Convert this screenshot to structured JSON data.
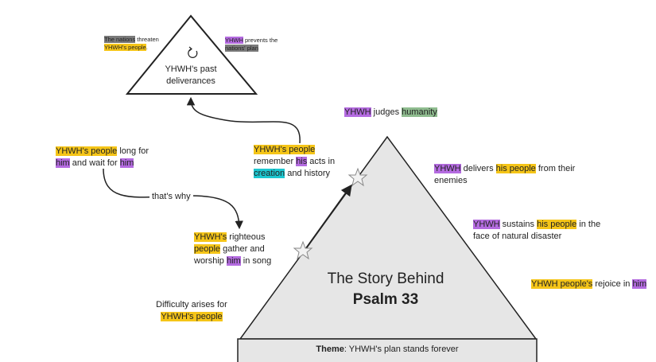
{
  "diagram": {
    "title_line1": "The Story Behind",
    "title_line2": "Psalm 33",
    "theme_label": "Theme",
    "theme_text": ": YHWH's plan stands forever",
    "past_deliverances": "YHWH's past deliverances",
    "edge_label": "that's why"
  },
  "notes": {
    "nations_threaten": [
      "The nations",
      " threaten ",
      "YHWH's people",
      "."
    ],
    "prevents_plan": [
      "YHWH",
      " prevents the ",
      "nations' plan"
    ],
    "judges": [
      "YHWH",
      " judges ",
      "humanity"
    ],
    "long_for": [
      "YHWH's people",
      " long for ",
      "him",
      " and wait for ",
      "him"
    ],
    "remember": [
      "YHWH's people",
      " remember ",
      "his",
      " acts in ",
      "creation",
      " and history"
    ],
    "delivers": [
      "YHWH",
      " delivers ",
      "his people",
      " from their enemies"
    ],
    "sustains": [
      "YHWH",
      " sustains ",
      "his people",
      " in the face of natural disaster"
    ],
    "righteous": [
      "YHWH's",
      " righteous ",
      "people",
      " gather and worship ",
      "him",
      " in song"
    ],
    "rejoice": [
      "YHWH people's",
      " rejoice in ",
      "him"
    ],
    "difficulty": [
      "Difficulty arises for ",
      "YHWH's people"
    ]
  },
  "colors": {
    "people_highlight": "#f5c518",
    "yhwh_highlight": "#b46be0",
    "humanity_highlight": "#8fbc8f",
    "creation_highlight": "#1cc7d0",
    "nations_highlight": "#7a7a7a",
    "pyramid_fill": "#e6e6e6"
  },
  "icons": {
    "cycle": "refresh-icon",
    "star": "star-icon"
  }
}
